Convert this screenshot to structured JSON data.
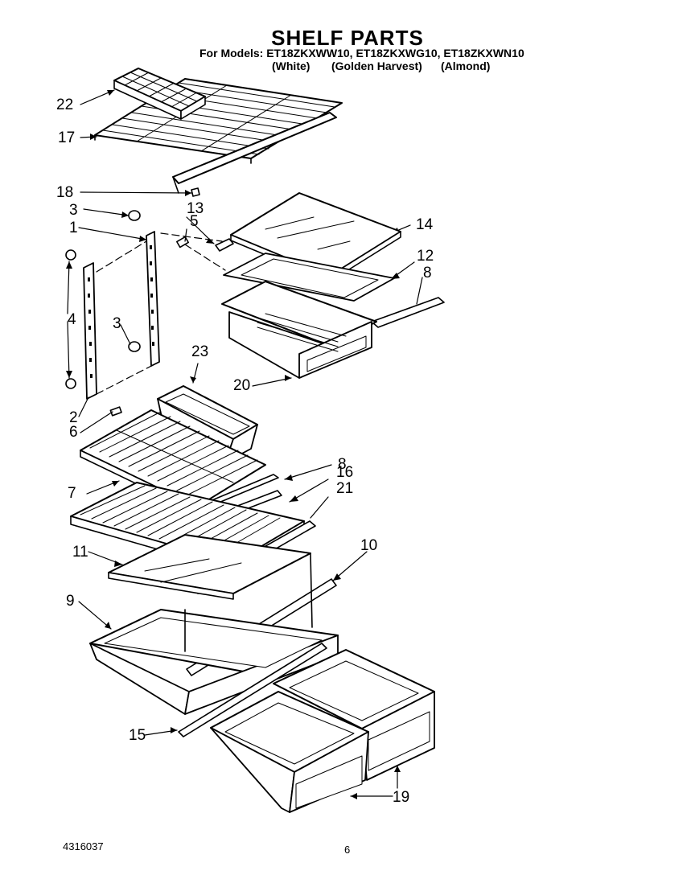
{
  "title": "SHELF PARTS",
  "models_line": "For Models: ET18ZKXWW10, ET18ZKXWG10, ET18ZKXWN10",
  "variants": [
    "(White)",
    "(Golden Harvest)",
    "(Almond)"
  ],
  "doc_number": "4316037",
  "page_number": "6",
  "callouts": [
    "22",
    "17",
    "18",
    "3",
    "13",
    "5",
    "14",
    "1",
    "12",
    "8",
    "4",
    "3",
    "23",
    "20",
    "2",
    "6",
    "8",
    "16",
    "7",
    "21",
    "11",
    "10",
    "9",
    "15",
    "19"
  ]
}
